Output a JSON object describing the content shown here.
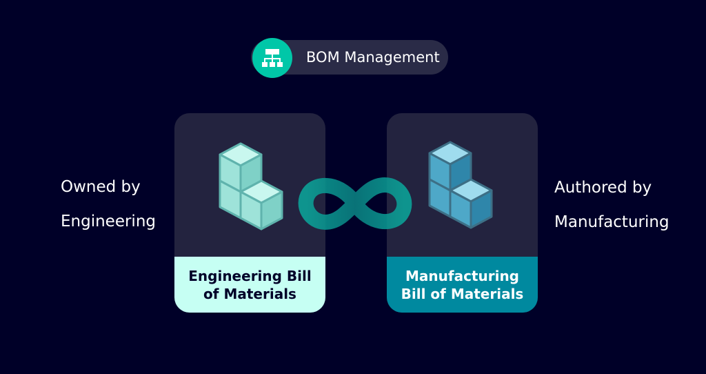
{
  "badge": {
    "label": "BOM Management",
    "icon": "hierarchy-icon"
  },
  "left_side": {
    "line1": "Owned by",
    "line2": "Engineering"
  },
  "right_side": {
    "line1": "Authored by",
    "line2": "Manufacturing"
  },
  "cards": [
    {
      "title": "Engineering Bill\nof Materials",
      "icon": "cubes-icon"
    },
    {
      "title": "Manufacturing\nBill of Materials",
      "icon": "cubes-icon"
    }
  ],
  "connector": {
    "icon": "infinity-icon"
  },
  "colors": {
    "background": "#000028",
    "accent_mint": "#00c7a8",
    "engineering_light": "#c6fff3",
    "manufacturing_teal": "#00899f"
  }
}
